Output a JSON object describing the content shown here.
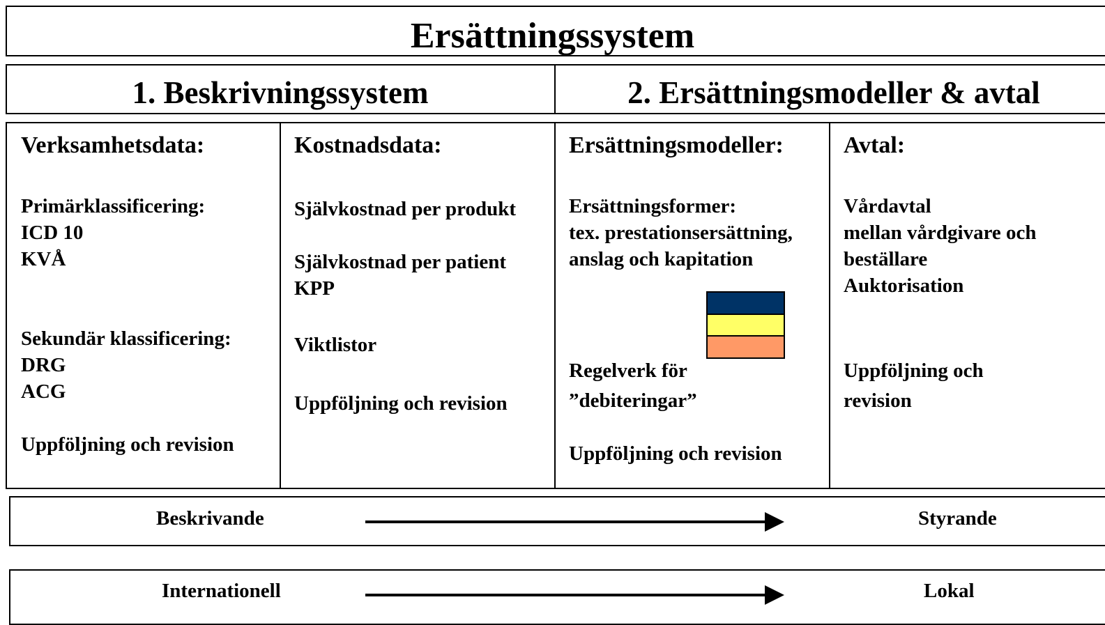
{
  "title": "Ersättningssystem",
  "sections": [
    {
      "label": "1. Beskrivningssystem"
    },
    {
      "label": "2. Ersättningsmodeller & avtal"
    }
  ],
  "columns": [
    {
      "heading": "Verksamhetsdata:",
      "primary_label": "Primärklassificering:",
      "primary_items": [
        "ICD 10",
        "KVÅ"
      ],
      "secondary_label": "Sekundär klassificering:",
      "secondary_items": [
        "DRG",
        "ACG"
      ],
      "followup": "Uppföljning och revision"
    },
    {
      "heading": "Kostnadsdata:",
      "item1": "Självkostnad per produkt",
      "item2_line1": "Självkostnad per patient",
      "item2_line2": "KPP",
      "item3": "Viktlistor",
      "followup": "Uppföljning och revision"
    },
    {
      "heading": "Ersättningsmodeller:",
      "forms_label": "Ersättningsformer:",
      "forms_line1": "tex. prestationsersättning,",
      "forms_line2": "anslag och kapitation",
      "rules_line1": "Regelverk för",
      "rules_line2": "”debiteringar”",
      "followup": "Uppföljning och revision"
    },
    {
      "heading": "Avtal:",
      "line1": "Vårdavtal",
      "line2": "mellan vårdgivare och",
      "line3": "beställare",
      "line4": "Auktorisation",
      "followup_line1": "Uppföljning och",
      "followup_line2": "revision"
    }
  ],
  "stack_colors": [
    "#003366",
    "#ffff66",
    "#ff9966"
  ],
  "scales": [
    {
      "left": "Beskrivande",
      "right": "Styrande"
    },
    {
      "left": "Internationell",
      "right": "Lokal"
    }
  ]
}
